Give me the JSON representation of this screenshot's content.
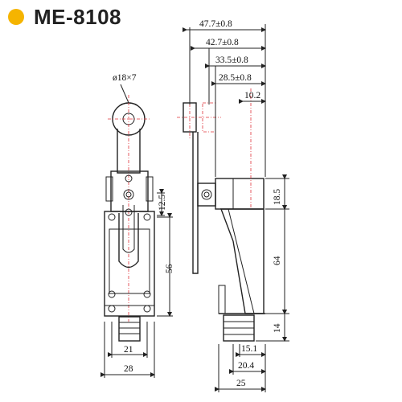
{
  "header": {
    "model": "ME-8108",
    "accent_color": "#f5b400"
  },
  "front_view": {
    "roller_label": "ø18×7",
    "dims": {
      "d1": "12.5",
      "d2": "56",
      "d3": "21",
      "d4": "28"
    }
  },
  "side_view": {
    "dims": {
      "w1": "47.7±0.8",
      "w2": "42.7±0.8",
      "w3": "33.5±0.8",
      "w4": "28.5±0.8",
      "w5": "10.2",
      "h1": "18.5",
      "h2": "64",
      "h3": "14",
      "b1": "15.1",
      "b2": "20.4",
      "b3": "25"
    }
  }
}
